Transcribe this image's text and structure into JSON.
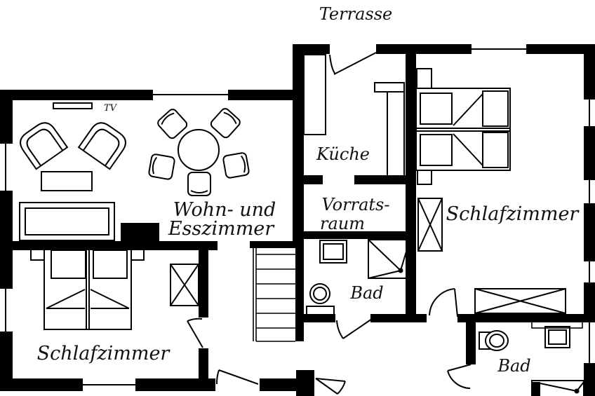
{
  "plan": {
    "terrace_label": "Terrasse",
    "rooms": {
      "kitchen": "Küche",
      "pantry_line1": "Vorrats-",
      "pantry_line2": "raum",
      "living_line1": "Wohn- und",
      "living_line2": "Esszimmer",
      "bedroom_left": "Schlafzimmer",
      "bedroom_right": "Schlafzimmer",
      "bath_middle": "Bad",
      "bath_right": "Bad"
    },
    "furniture": {
      "tv_label": "TV"
    },
    "colors": {
      "wall": "#000000",
      "background": "#ffffff",
      "line": "#000000"
    }
  }
}
